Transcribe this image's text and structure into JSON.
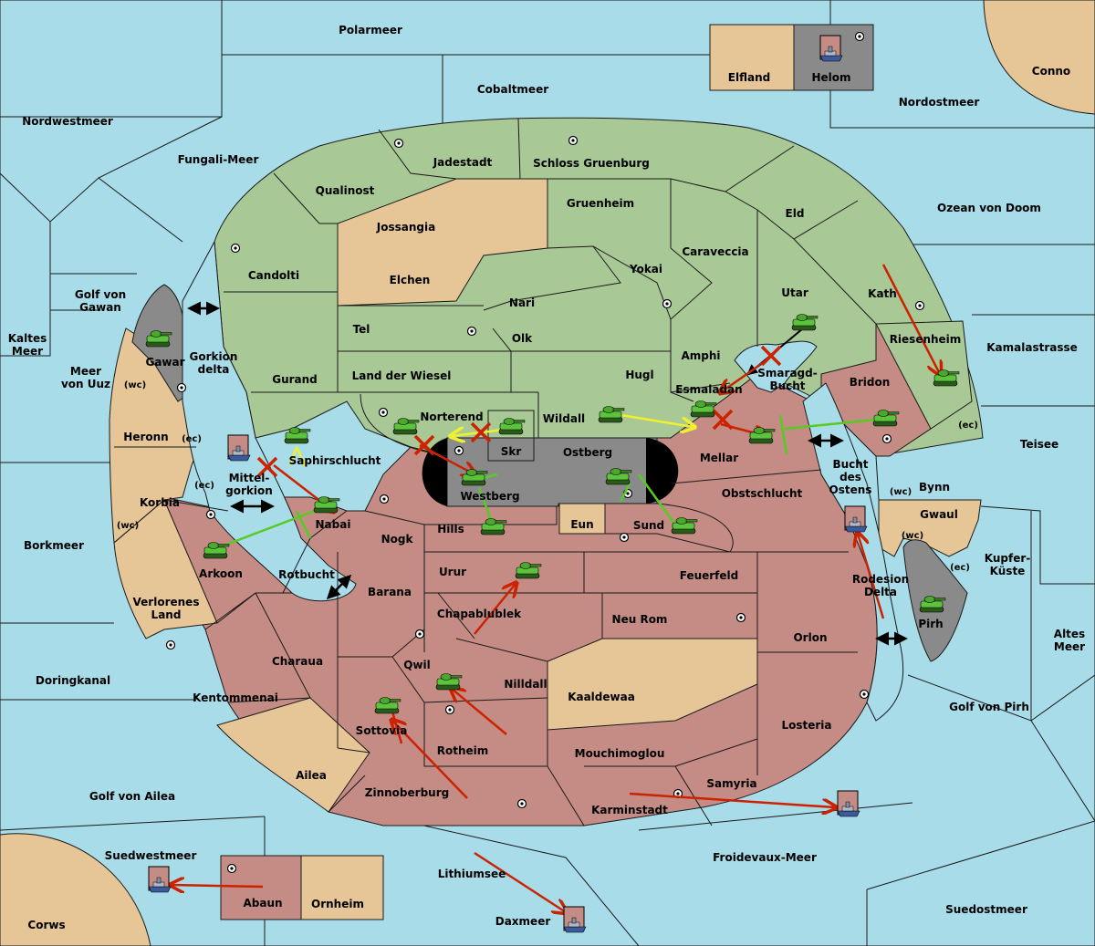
{
  "map": {
    "title": "",
    "colors": {
      "sea": "#a8dce8",
      "neutral": "#e6c596",
      "green_power": "#a8c896",
      "red_power": "#c48c84",
      "impassable": "#8a8a8a",
      "move_red": "#cc2200",
      "move_yellow": "#f0f030",
      "move_green": "#55cc22",
      "hold_black": "#000000"
    },
    "seas": {
      "polarmeer": "Polarmeer",
      "cobaltmeer": "Cobaltmeer",
      "nordostmeer": "Nordostmeer",
      "nordwestmeer": "Nordwestmeer",
      "fungali_meer": "Fungali-Meer",
      "ozean_von_doom": "Ozean von Doom",
      "golf_von_gawan": [
        "Golf von",
        "Gawan"
      ],
      "kaltes_meer": [
        "Kaltes",
        "Meer"
      ],
      "meer_von_uuz": [
        "Meer",
        "von Uuz"
      ],
      "kamalastrasse": "Kamalastrasse",
      "teisee": "Teisee",
      "borkmeer": "Borkmeer",
      "kupfer_kueste": [
        "Kupfer-",
        "Küste"
      ],
      "altes_meer": [
        "Altes",
        "Meer"
      ],
      "doringkanal": "Doringkanal",
      "golf_von_pirh": "Golf von Pirh",
      "golf_von_ailea": "Golf von Ailea",
      "suedwestmeer": "Suedwestmeer",
      "froidevaux_meer": "Froidevaux-Meer",
      "lithiumsee": "Lithiumsee",
      "daxmeer": "Daxmeer",
      "suedostmeer": "Suedostmeer",
      "gorkion_delta": [
        "Gorkion",
        "delta"
      ],
      "mittelgorkion": [
        "Mittel-",
        "gorkion"
      ],
      "rotbucht": "Rotbucht",
      "smaragd_bucht": [
        "Smaragd-",
        "Bucht"
      ],
      "bucht_des_ostens": [
        "Bucht",
        "des",
        "Ostens"
      ],
      "rodesion_delta": [
        "Rodesion",
        "Delta"
      ]
    },
    "corners": {
      "conno": "Conno",
      "corws": "Corws",
      "elfland": "Elfland",
      "helom": "Helom",
      "abaun": "Abaun",
      "ornheim": "Ornheim"
    },
    "green_lands": {
      "jadestadt": "Jadestadt",
      "schloss_gruenburg": "Schloss Gruenburg",
      "qualinost": "Qualinost",
      "gruenheim": "Gruenheim",
      "eld": "Eld",
      "candolti": "Candolti",
      "caraveccia": "Caraveccia",
      "yokai": "Yokai",
      "nari": "Nari",
      "utar": "Utar",
      "kath": "Kath",
      "tel": "Tel",
      "olk": "Olk",
      "amphi": "Amphi",
      "riesenheim": "Riesenheim",
      "gurand": "Gurand",
      "land_der_wiesel": "Land der Wiesel",
      "hugl": "Hugl",
      "esmaladan": "Esmaladan",
      "norterend": "Norterend",
      "wildall": "Wildall",
      "skr": "Skr",
      "saphirschlucht": "Saphirschlucht",
      "bynn": "Bynn"
    },
    "tan_lands": {
      "jossangia": "Jossangia",
      "elchen": "Elchen",
      "heronn": "Heronn",
      "korbia": "Korbia",
      "verlorenes_land": [
        "Verlorenes",
        "Land"
      ],
      "gwaul": "Gwaul",
      "eun": "Eun",
      "kaaldewaa": "Kaaldewaa",
      "ailea": "Ailea"
    },
    "red_lands": {
      "bridon": "Bridon",
      "mellar": "Mellar",
      "obstschlucht": "Obstschlucht",
      "westberg": "Westberg",
      "sund": "Sund",
      "hills": "Hills",
      "nabai": "Nabai",
      "nogk": "Nogk",
      "arkoon": "Arkoon",
      "urur": "Urur",
      "feuerfeld": "Feuerfeld",
      "barana": "Barana",
      "chapablublek": "Chapablublek",
      "neu_rom": "Neu Rom",
      "charaua": "Charaua",
      "orlon": "Orlon",
      "qwil": "Qwil",
      "nilldall": "Nilldall",
      "kentommenai": "Kentommenai",
      "sottovia": "Sottovia",
      "rotheim": "Rotheim",
      "mouchimoglou": "Mouchimoglou",
      "losteria": "Losteria",
      "samyria": "Samyria",
      "zinnoberburg": "Zinnoberburg",
      "karminstadt": "Karminstadt"
    },
    "impassable": {
      "gawar": "Gawar",
      "pirh": "Pirh",
      "ostberg": "Ostberg"
    },
    "coast_tags": {
      "wc": "(wc)",
      "ec": "(ec)"
    },
    "icons": [
      "tank-icon",
      "ship-icon",
      "supply-center-icon",
      "failed-move-x-icon",
      "double-arrow-icon"
    ]
  }
}
